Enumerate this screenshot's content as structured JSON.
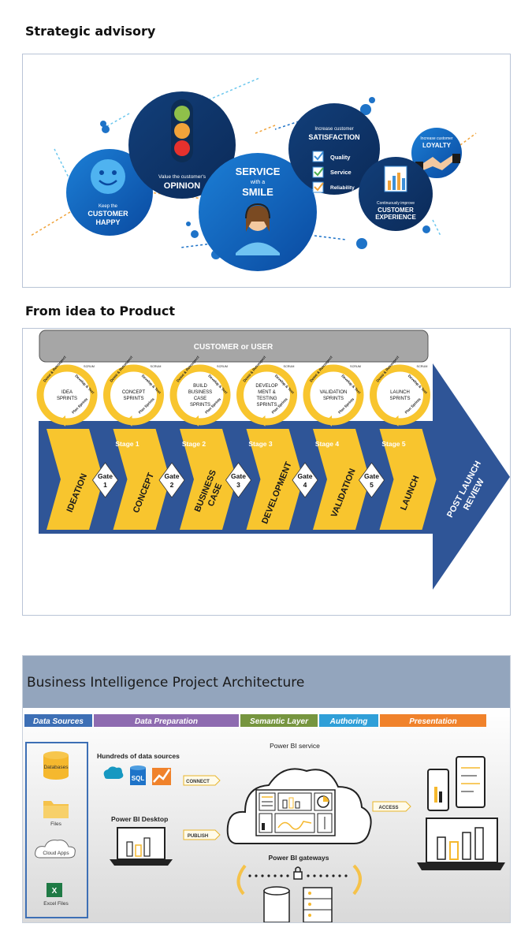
{
  "sections": {
    "strategic_title": "Strategic advisory",
    "idea_title": "From idea to Product"
  },
  "advisory": {
    "happy_top": "Keep the",
    "happy_main1": "CUSTOMER",
    "happy_main2": "HAPPY",
    "opinion_top": "Value the customer's",
    "opinion_main": "OPINION",
    "service_main1": "SERVICE",
    "service_with": "with a",
    "service_main2": "SMILE",
    "sat_top": "Increase customer",
    "sat_main": "SATISFACTION",
    "check_items": [
      "Quality",
      "Service",
      "Reliability"
    ],
    "loyalty_top": "Increase customer",
    "loyalty_main": "LOYALTY",
    "exp_top": "Continuously improve",
    "exp_main1": "CUSTOMER",
    "exp_main2": "EXPERIENCE"
  },
  "process": {
    "customer_bar": "CUSTOMER or USER",
    "sprint_labels": [
      "Demo & Retrospect",
      "Develop & Test",
      "Plan Sprints"
    ],
    "scrum": "SCRUM",
    "sprints": [
      [
        "IDEA",
        "SPRINTS"
      ],
      [
        "CONCEPT",
        "SPRINTS"
      ],
      [
        "BUILD",
        "BUSINESS",
        "CASE",
        "SPRINTS"
      ],
      [
        "DEVELOP",
        "MENT &",
        "TESTING",
        "SPRINTS"
      ],
      [
        "VALIDATION",
        "SPRINTS"
      ],
      [
        "LAUNCH",
        "SPRINTS"
      ]
    ],
    "stages": [
      "Stage 1",
      "Stage 2",
      "Stage 3",
      "Stage 4",
      "Stage 5"
    ],
    "gates": [
      [
        "Gate",
        "1"
      ],
      [
        "Gate",
        "2"
      ],
      [
        "Gate",
        "3"
      ],
      [
        "Gate",
        "4"
      ],
      [
        "Gate",
        "5"
      ]
    ],
    "phases": [
      [
        "IDEATION"
      ],
      [
        "CONCEPT"
      ],
      [
        "BUSINESS",
        "CASE"
      ],
      [
        "DEVELOPMENT"
      ],
      [
        "VALIDATION"
      ],
      [
        "LAUNCH"
      ]
    ],
    "final": [
      "POST LAUNCH",
      "REVIEW"
    ],
    "colors": {
      "yellow": "#f8c52e",
      "blue": "#2f5597",
      "gray": "#a6a6a6"
    }
  },
  "bi": {
    "title": "Business Intelligence Project Architecture",
    "bands": [
      {
        "label": "Data Sources",
        "color": "#3d6fb5"
      },
      {
        "label": "Data Preparation",
        "color": "#8e6bb0"
      },
      {
        "label": "Semantic Layer",
        "color": "#76953f"
      },
      {
        "label": "Authoring",
        "color": "#2f9fd8"
      },
      {
        "label": "Presentation",
        "color": "#f0822b"
      }
    ],
    "sources": [
      "Databases",
      "Files",
      "Cloud Apps",
      "Excel Files"
    ],
    "hundreds": "Hundreds of data sources",
    "sql": "SQL",
    "connect": "CONNECT",
    "desktop": "Power BI Desktop",
    "publish": "PUBLISH",
    "service": "Power BI service",
    "access": "ACCESS",
    "gateways": "Power BI gateways"
  }
}
